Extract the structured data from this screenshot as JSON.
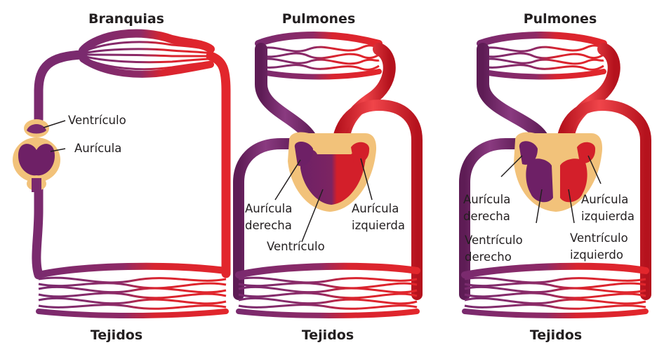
{
  "colors": {
    "venous": "#7a2a6e",
    "arterial": "#e2262c",
    "pericardium": "#f2c27a",
    "heart_venous": "#6e2066",
    "heart_arterial": "#d31f2a",
    "label_text": "#231f20"
  },
  "panels": [
    {
      "title": "Branquias",
      "bottom": "Tejidos",
      "labels": {
        "ventricle": "Ventrículo",
        "atrium": "Aurícula"
      }
    },
    {
      "title": "Pulmones",
      "bottom": "Tejidos",
      "labels": {
        "right_atrium": [
          "Aurícula",
          "derecha"
        ],
        "ventricle": "Ventrículo",
        "left_atrium": [
          "Aurícula",
          "izquierda"
        ]
      }
    },
    {
      "title": "Pulmones",
      "bottom": "Tejidos",
      "labels": {
        "right_atrium": [
          "Aurícula",
          "derecha"
        ],
        "right_ventricle": [
          "Ventrículo",
          "derecho"
        ],
        "left_atrium": [
          "Aurícula",
          "izquierda"
        ],
        "left_ventricle": [
          "Ventrículo",
          "izquierdo"
        ]
      }
    }
  ]
}
